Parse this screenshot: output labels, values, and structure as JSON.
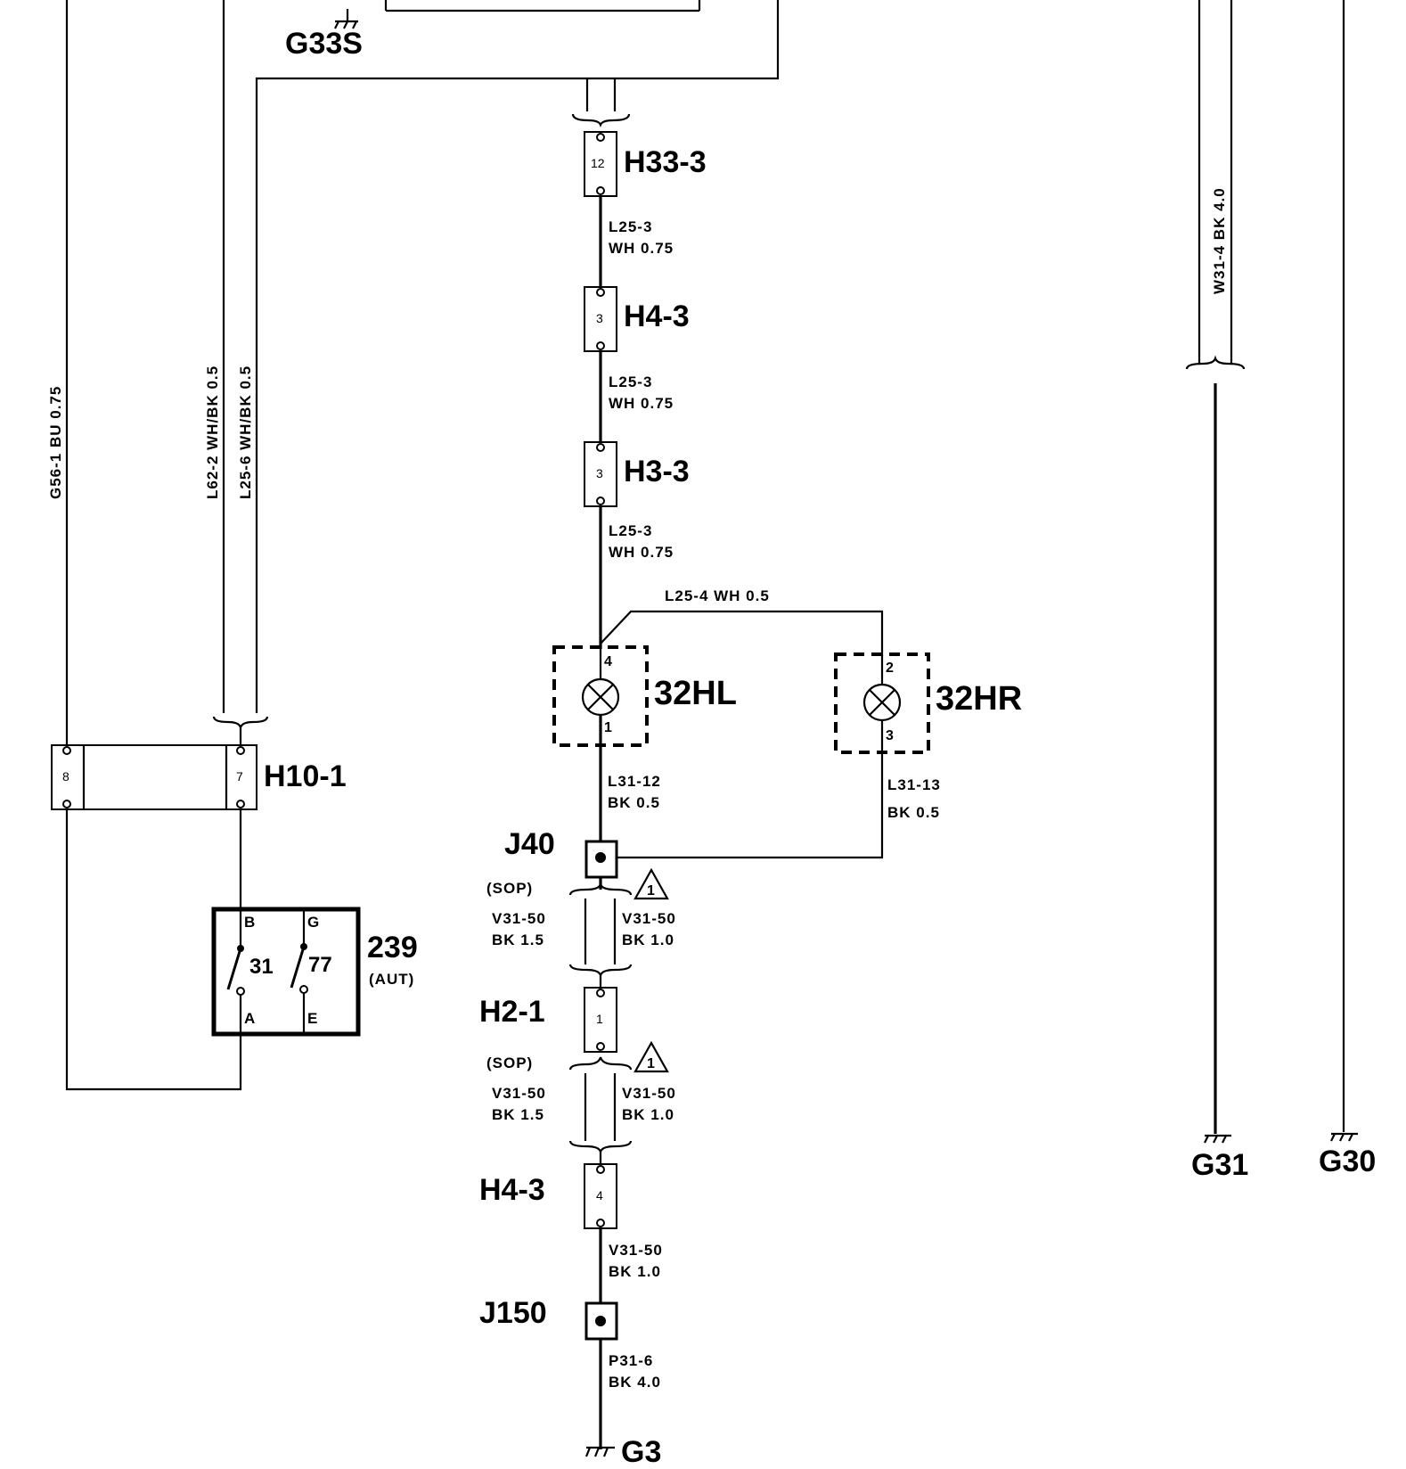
{
  "grounds": {
    "g33s": "G33S",
    "g31": "G31",
    "g30": "G30",
    "g3": "G3"
  },
  "connectors": {
    "h33_3": {
      "label": "H33-3",
      "pin": "12"
    },
    "h4_3_upper": {
      "label": "H4-3",
      "pin": "3"
    },
    "h3_3": {
      "label": "H3-3",
      "pin": "3"
    },
    "h10_1": {
      "label": "H10-1",
      "pin_left": "8",
      "pin_right": "7"
    },
    "h2_1": {
      "label": "H2-1",
      "pin": "1"
    },
    "h4_3_lower": {
      "label": "H4-3",
      "pin": "4"
    }
  },
  "wires": {
    "g56_1": "G56-1   BU  0.75",
    "l62_2": "L62-2   WH/BK  0.5",
    "l25_6": "L25-6   WH/BK  0.5",
    "w31_4": "W31-4   BK  4.0",
    "l25_3a": {
      "id": "L25-3",
      "spec": "WH 0.75"
    },
    "l25_3b": {
      "id": "L25-3",
      "spec": "WH 0.75"
    },
    "l25_3c": {
      "id": "L25-3",
      "spec": "WH 0.75"
    },
    "l25_4": "L25-4    WH 0.5",
    "l31_12": {
      "id": "L31-12",
      "spec": "BK  0.5"
    },
    "l31_13": {
      "id": "L31-13",
      "spec": "BK  0.5"
    },
    "v31_50_left_a": {
      "id": "V31-50",
      "spec": "BK  1.5"
    },
    "v31_50_right_a": {
      "id": "V31-50",
      "spec": "BK  1.0"
    },
    "v31_50_left_b": {
      "id": "V31-50",
      "spec": "BK  1.5"
    },
    "v31_50_right_b": {
      "id": "V31-50",
      "spec": "BK  1.0"
    },
    "v31_50_c": {
      "id": "V31-50",
      "spec": "BK  1.0"
    },
    "p31_6": {
      "id": "P31-6",
      "spec": "BK  4.0"
    }
  },
  "lamps": {
    "left": {
      "label": "32HL",
      "pin_top": "4",
      "pin_bottom": "1"
    },
    "right": {
      "label": "32HR",
      "pin_top": "2",
      "pin_bottom": "3"
    }
  },
  "splices": {
    "j40": "J40",
    "j150": "J150"
  },
  "notes": {
    "sop1": "(SOP)",
    "sop2": "(SOP)",
    "warning": "1"
  },
  "switch": {
    "label": "239",
    "sub": "(AUT)",
    "pin_b": "B",
    "pin_g": "G",
    "pin_a": "A",
    "pin_e": "E",
    "contact_1": "31",
    "contact_2": "77"
  }
}
